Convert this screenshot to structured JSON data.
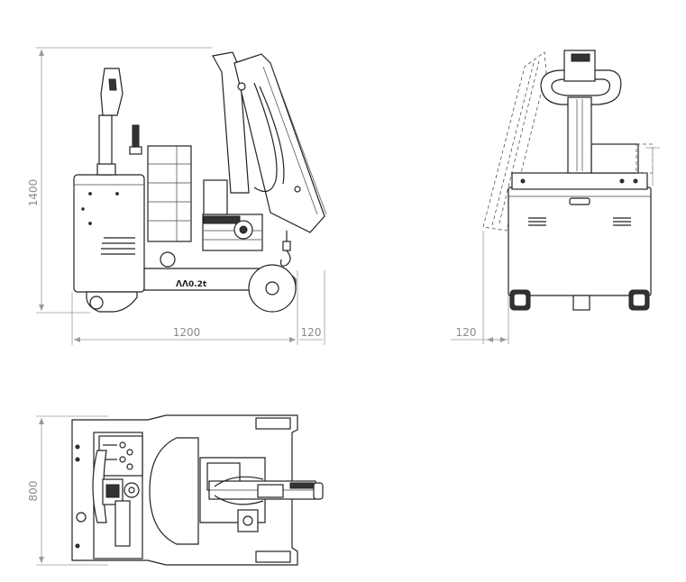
{
  "drawing": {
    "dimensions": {
      "side_height": "1400",
      "side_length": "1200",
      "side_overhang": "120",
      "rear_overhang": "120",
      "top_width": "800"
    },
    "brand_mark": "0.2t",
    "line_color": "#222222",
    "dimension_color": "#8a8a8a"
  }
}
